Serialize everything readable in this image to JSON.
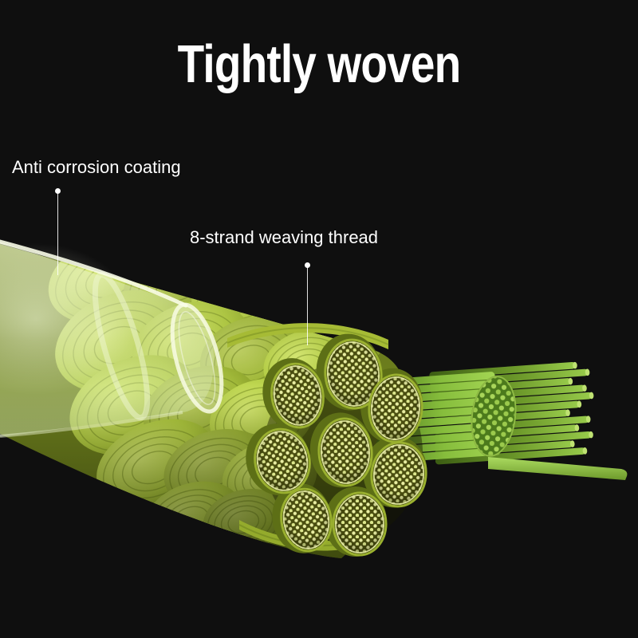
{
  "page": {
    "background_color": "#0f0f0f",
    "text_color": "#ffffff",
    "rope_color": "#b5cf3e"
  },
  "title": {
    "text": "Tightly woven"
  },
  "callouts": [
    {
      "label": "Anti corrosion coating"
    },
    {
      "label": "8-strand weaving thread"
    }
  ]
}
